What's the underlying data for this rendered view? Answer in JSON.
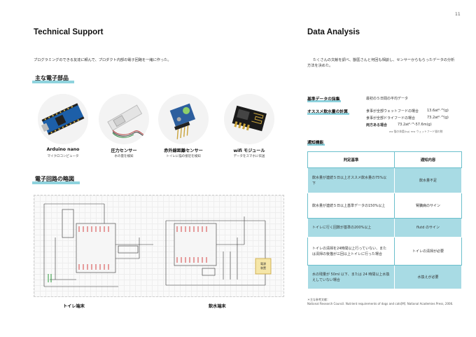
{
  "page_number": "11",
  "left": {
    "title": "Technical Support",
    "intro": "プログラミングのできる友達に頼んで、プロダクト内部の電子回路を一緒に作った。",
    "components_heading": "主な電子部品",
    "components": [
      {
        "name": "Arduino nano",
        "desc": "マイクロコンピュータ"
      },
      {
        "name": "圧力センサー",
        "desc": "水の量を検知"
      },
      {
        "name": "赤外線距離センサー",
        "desc": "トイレに猫の接近を検知"
      },
      {
        "name": "wifi モジュール",
        "desc": "データをスマホに伝送"
      }
    ],
    "circuit_heading": "電子回路の略図",
    "circuit_captions": {
      "toilet": "トイレ端末",
      "water": "飲水端末"
    },
    "circuit_module_label": "電源\n装置"
  },
  "right": {
    "title": "Data Analysis",
    "intro": "たくさんの文献を調べ、獣医さんと何回も相談し、センサーからもらったデータの分析方法を決めた。",
    "criteria_label": "基準データの採集",
    "criteria_value": "最初の５日間の平均データ",
    "water_label": "オススメ飲水量の計算",
    "water_rows": [
      {
        "text": "食事が全部ウェットフードの場合",
        "value": "13.6at⁰·⁷⁵(g)"
      },
      {
        "text": "食事が全部ドライフードの場合",
        "value": "73.2at⁰·⁷⁵(g)"
      },
      {
        "text": "両方ある場合",
        "value": "73.2at⁰·⁷⁵-57.6m(g)"
      }
    ],
    "legend_note": "aw 猫の体重(kg)  mw ウェットフード猫の数",
    "notify_label": "通知機能",
    "table": {
      "headers": [
        "判定基準",
        "通知内容"
      ],
      "rows": [
        {
          "criterion": "飲水量が連続５日以上オススメ飲水量の75%以下",
          "notice": "飲水量不足"
        },
        {
          "criterion": "飲水量が連続５日以上基準データの150%以上",
          "notice": "腎臓病のサイン"
        },
        {
          "criterion": "トイレに行く回数が基準の200%以上",
          "notice": "flutd のサイン"
        },
        {
          "criterion": "トイレの清掃を24時間以上行っていない、または清掃の後猫が三回以上トイレに行った場合",
          "notice": "トイレの清掃が必要"
        },
        {
          "criterion": "水の残量が 50ml 以下、または 24 時間以上水換えしていない場合",
          "notice": "水換えが必要"
        }
      ]
    },
    "footnote_title": "＊主な参考文献：",
    "footnote_text": "National Research Council. Nutrient requirements of dogs and cats[M]. National Academies Press, 2006."
  },
  "colors": {
    "accent": "#8fd3de",
    "table_highlight": "#a8dbe4",
    "table_border": "#6bbfcc"
  }
}
